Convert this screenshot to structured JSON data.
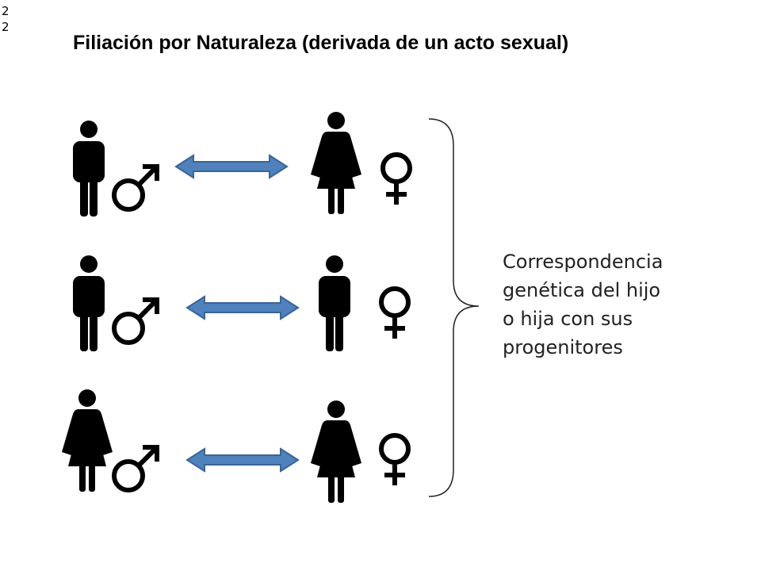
{
  "slide_number": "22",
  "title": "Filiación por Naturaleza (derivada de un acto sexual)",
  "caption_lines": [
    "Correspondencia",
    "genética del hijo",
    "o hija con sus",
    "progenitores"
  ],
  "rows": [
    {
      "left": {
        "figure": "man-icon",
        "symbol": "mars-icon"
      },
      "right": {
        "figure": "woman-icon",
        "symbol": "venus-icon"
      }
    },
    {
      "left": {
        "figure": "man-icon",
        "symbol": "mars-icon"
      },
      "right": {
        "figure": "man-icon",
        "symbol": "venus-icon"
      }
    },
    {
      "left": {
        "figure": "woman-icon",
        "symbol": "mars-icon"
      },
      "right": {
        "figure": "woman-icon",
        "symbol": "venus-icon"
      }
    }
  ],
  "colors": {
    "arrow_fill": "#4f81bd",
    "arrow_stroke": "#3a6496",
    "icon": "#000000",
    "brace": "#222222"
  }
}
